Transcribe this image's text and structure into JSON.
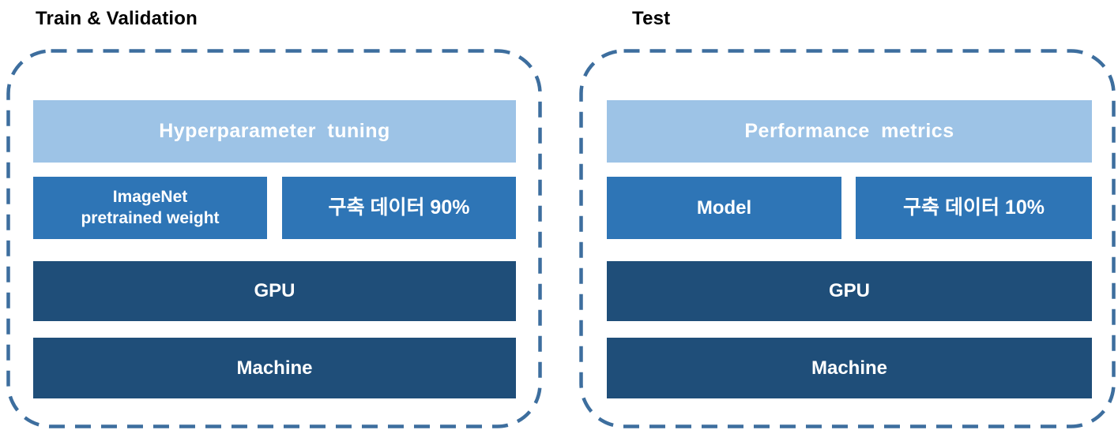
{
  "diagram": {
    "colors": {
      "light_blue": "#9DC3E6",
      "medium_blue": "#2E75B6",
      "dark_blue": "#1F4E79",
      "dashed_border": "#3D6E9E",
      "title_text": "#000000",
      "box_text": "#FFFFFF"
    },
    "panels": [
      {
        "title": "Train & Validation",
        "top_box": "Hyperparameter tuning",
        "mid_left_line1": "ImageNet",
        "mid_left_line2": "pretrained weight",
        "mid_right": "구축 데이터 90%",
        "gpu": "GPU",
        "machine": "Machine"
      },
      {
        "title": "Test",
        "top_box": "Performance metrics",
        "mid_left": "Model",
        "mid_right": "구축 데이터 10%",
        "gpu": "GPU",
        "machine": "Machine"
      }
    ]
  }
}
